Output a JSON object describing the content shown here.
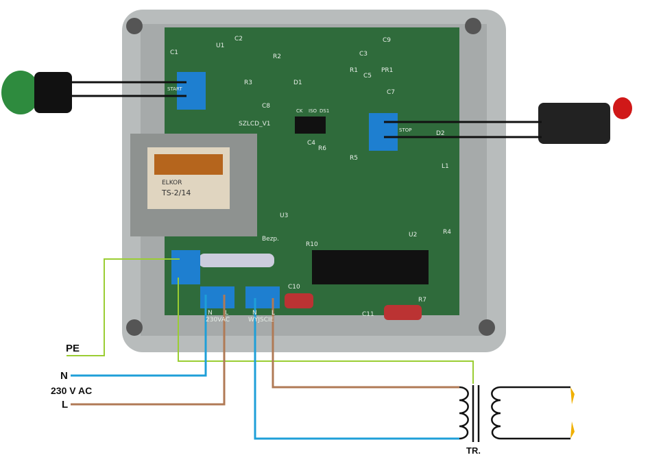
{
  "labels": {
    "pe": "PE",
    "n": "N",
    "voltage": "230 V AC",
    "l": "L",
    "transformer": "TR."
  },
  "pcb_labels": {
    "board": "SZLCD_V1",
    "c1": "C1",
    "c2": "C2",
    "u1": "U1",
    "r2": "R2",
    "r3": "R3",
    "d1": "D1",
    "c8": "C8",
    "c3": "C3",
    "c9": "C9",
    "pr1": "PR1",
    "r1": "R1",
    "c5": "C5",
    "c7": "C7",
    "d2": "D2",
    "l1": "L1",
    "r5": "R5",
    "r6": "R6",
    "c4": "C4",
    "u3": "U3",
    "u2": "U2",
    "r4": "R4",
    "fuse": "Bezp.",
    "r10": "R10",
    "c10": "C10",
    "c11": "C11",
    "r7": "R7",
    "in_n": "N",
    "in_l": "L",
    "in_label": "230VAC",
    "out_n": "N",
    "out_l": "L",
    "out_label": "WYJSCIE",
    "start": "START",
    "stop": "STOP",
    "ck": "CK",
    "iso": "ISO",
    "ds1": "DS1"
  },
  "transformer_label": {
    "model": "TS-2/14",
    "brand": "ELKOR"
  },
  "colors": {
    "pe": "#9acd32",
    "n": "#1e9fd8",
    "l": "#b07a55",
    "pcb": "#2f6b3b",
    "enclosure": "#b8bcbc",
    "terminal": "#1e7fd0"
  }
}
